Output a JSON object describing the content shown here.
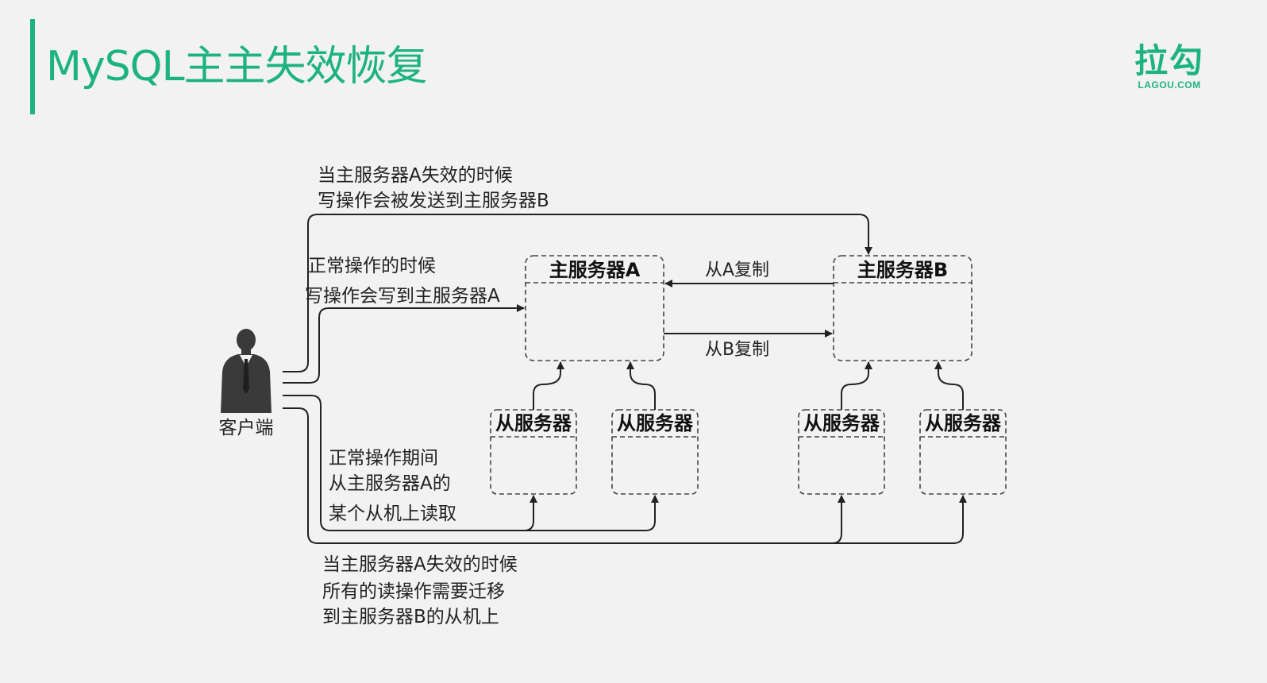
{
  "slide": {
    "title": "MySQL主主失效恢复",
    "logo_text": "拉勾",
    "logo_subtext": "LAGOU.COM",
    "accent_color": "#1db37e"
  },
  "diagram": {
    "client_label": "客户端",
    "master_a_label": "主服务器A",
    "master_b_label": "主服务器B",
    "slave_label": "从服务器",
    "replicate_from_a": "从A复制",
    "replicate_from_b": "从B复制",
    "failover_write_line1": "当主服务器A失效的时候",
    "failover_write_line2": "写操作会被发送到主服务器B",
    "normal_write_line1": "正常操作的时候",
    "normal_write_line2": "写操作会写到主服务器A",
    "normal_read_line1": "正常操作期间",
    "normal_read_line2": "从主服务器A的",
    "normal_read_line3": "某个从机上读取",
    "failover_read_line1": "当主服务器A失效的时候",
    "failover_read_line2": "所有的读操作需要迁移",
    "failover_read_line3": "到主服务器B的从机上"
  }
}
